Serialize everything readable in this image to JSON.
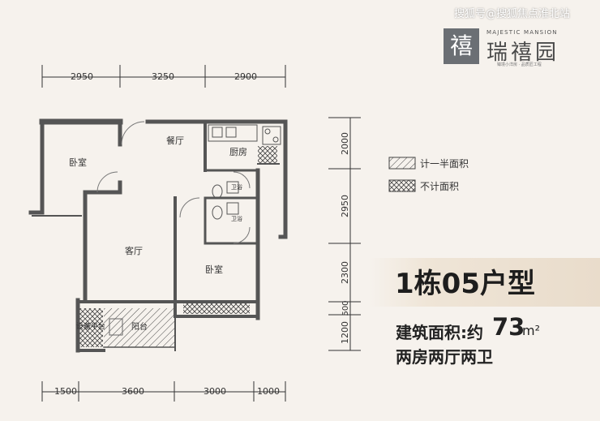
{
  "watermark": "搜狐号@搜狐焦点淮北站",
  "logo": {
    "char": "禧",
    "english": "MAJESTIC MANSION",
    "chinese": "瑞禧园",
    "tagline": "臻境小洋房 · 品质匠工程"
  },
  "dimensions": {
    "top": [
      "2950",
      "3250",
      "2900"
    ],
    "bottom": [
      "1500",
      "3600",
      "3000",
      "1000"
    ],
    "right": [
      "2000",
      "2950",
      "2300",
      "500",
      "1200"
    ]
  },
  "rooms": {
    "bedroom_left": "卧室",
    "dining": "餐厅",
    "kitchen": "厨房",
    "bath_1": "卫浴",
    "bath_2": "卫浴",
    "living": "客厅",
    "bedroom_right": "卧室",
    "balcony": "阳台",
    "equipment": "设备平台"
  },
  "legend": [
    {
      "label": "计一半面积",
      "pattern": "diagonal"
    },
    {
      "label": "不计面积",
      "pattern": "crosshatch"
    }
  ],
  "unit_title": "1栋05户型",
  "area": {
    "label": "建筑面积:约",
    "value": "73",
    "unit": "m²"
  },
  "layout_desc": "两房两厅两卫",
  "colors": {
    "wall": "#555555",
    "balcony_fill": "#f0ebe6",
    "banner": "#e9dccb"
  }
}
